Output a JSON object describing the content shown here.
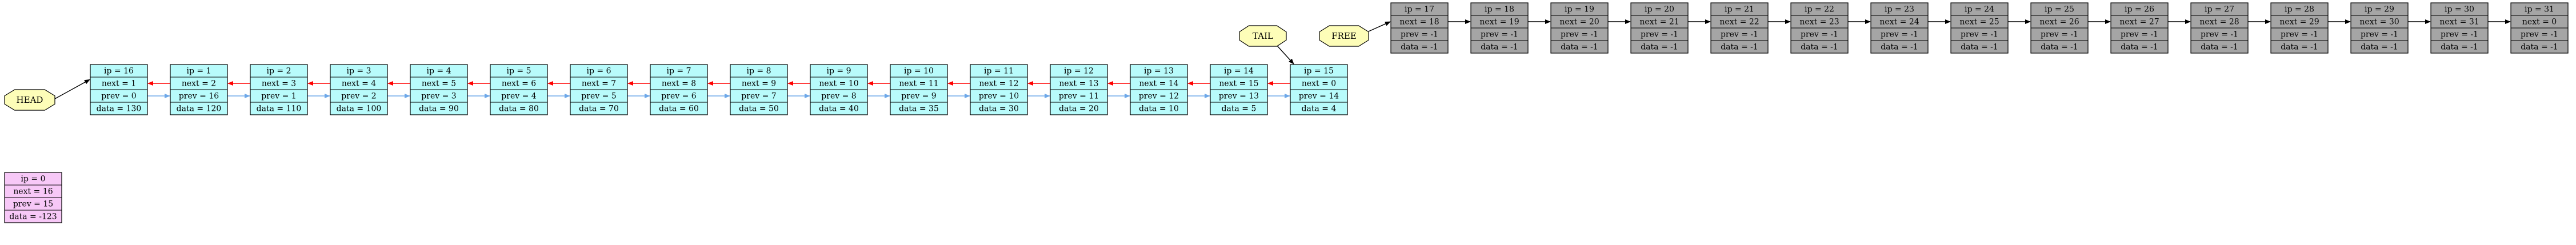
{
  "colors": {
    "active_fill": "#b8fbfb",
    "free_fill": "#a5a5a5",
    "dummy_fill": "#f7c8f7",
    "label_fill": "#fdfdb8",
    "prev_edge": "#ff0000",
    "next_edge": "#6ea8e8",
    "link_edge": "#000000"
  },
  "labels": {
    "head": "HEAD",
    "tail": "TAIL",
    "free": "FREE"
  },
  "dummy": {
    "fields": [
      "ip = 0",
      "next = 16",
      "prev = 15",
      "data = -123"
    ]
  },
  "active_nodes": [
    {
      "fields": [
        "ip = 16",
        "next = 1",
        "prev = 0",
        "data = 130"
      ]
    },
    {
      "fields": [
        "ip = 1",
        "next = 2",
        "prev = 16",
        "data = 120"
      ]
    },
    {
      "fields": [
        "ip = 2",
        "next = 3",
        "prev = 1",
        "data = 110"
      ]
    },
    {
      "fields": [
        "ip = 3",
        "next = 4",
        "prev = 2",
        "data = 100"
      ]
    },
    {
      "fields": [
        "ip = 4",
        "next = 5",
        "prev = 3",
        "data = 90"
      ]
    },
    {
      "fields": [
        "ip = 5",
        "next = 6",
        "prev = 4",
        "data = 80"
      ]
    },
    {
      "fields": [
        "ip = 6",
        "next = 7",
        "prev = 5",
        "data = 70"
      ]
    },
    {
      "fields": [
        "ip = 7",
        "next = 8",
        "prev = 6",
        "data = 60"
      ]
    },
    {
      "fields": [
        "ip = 8",
        "next = 9",
        "prev = 7",
        "data = 50"
      ]
    },
    {
      "fields": [
        "ip = 9",
        "next = 10",
        "prev = 8",
        "data = 40"
      ]
    },
    {
      "fields": [
        "ip = 10",
        "next = 11",
        "prev = 9",
        "data = 35"
      ]
    },
    {
      "fields": [
        "ip = 11",
        "next = 12",
        "prev = 10",
        "data = 30"
      ]
    },
    {
      "fields": [
        "ip = 12",
        "next = 13",
        "prev = 11",
        "data = 20"
      ]
    },
    {
      "fields": [
        "ip = 13",
        "next = 14",
        "prev = 12",
        "data = 10"
      ]
    },
    {
      "fields": [
        "ip = 14",
        "next = 15",
        "prev = 13",
        "data = 5"
      ]
    },
    {
      "fields": [
        "ip = 15",
        "next = 0",
        "prev = 14",
        "data = 4"
      ]
    }
  ],
  "free_nodes": [
    {
      "fields": [
        "ip = 17",
        "next = 18",
        "prev = -1",
        "data = -1"
      ]
    },
    {
      "fields": [
        "ip = 18",
        "next = 19",
        "prev = -1",
        "data = -1"
      ]
    },
    {
      "fields": [
        "ip = 19",
        "next = 20",
        "prev = -1",
        "data = -1"
      ]
    },
    {
      "fields": [
        "ip = 20",
        "next = 21",
        "prev = -1",
        "data = -1"
      ]
    },
    {
      "fields": [
        "ip = 21",
        "next = 22",
        "prev = -1",
        "data = -1"
      ]
    },
    {
      "fields": [
        "ip = 22",
        "next = 23",
        "prev = -1",
        "data = -1"
      ]
    },
    {
      "fields": [
        "ip = 23",
        "next = 24",
        "prev = -1",
        "data = -1"
      ]
    },
    {
      "fields": [
        "ip = 24",
        "next = 25",
        "prev = -1",
        "data = -1"
      ]
    },
    {
      "fields": [
        "ip = 25",
        "next = 26",
        "prev = -1",
        "data = -1"
      ]
    },
    {
      "fields": [
        "ip = 26",
        "next = 27",
        "prev = -1",
        "data = -1"
      ]
    },
    {
      "fields": [
        "ip = 27",
        "next = 28",
        "prev = -1",
        "data = -1"
      ]
    },
    {
      "fields": [
        "ip = 28",
        "next = 29",
        "prev = -1",
        "data = -1"
      ]
    },
    {
      "fields": [
        "ip = 29",
        "next = 30",
        "prev = -1",
        "data = -1"
      ]
    },
    {
      "fields": [
        "ip = 30",
        "next = 31",
        "prev = -1",
        "data = -1"
      ]
    },
    {
      "fields": [
        "ip = 31",
        "next = 0",
        "prev = -1",
        "data = -1"
      ]
    }
  ]
}
